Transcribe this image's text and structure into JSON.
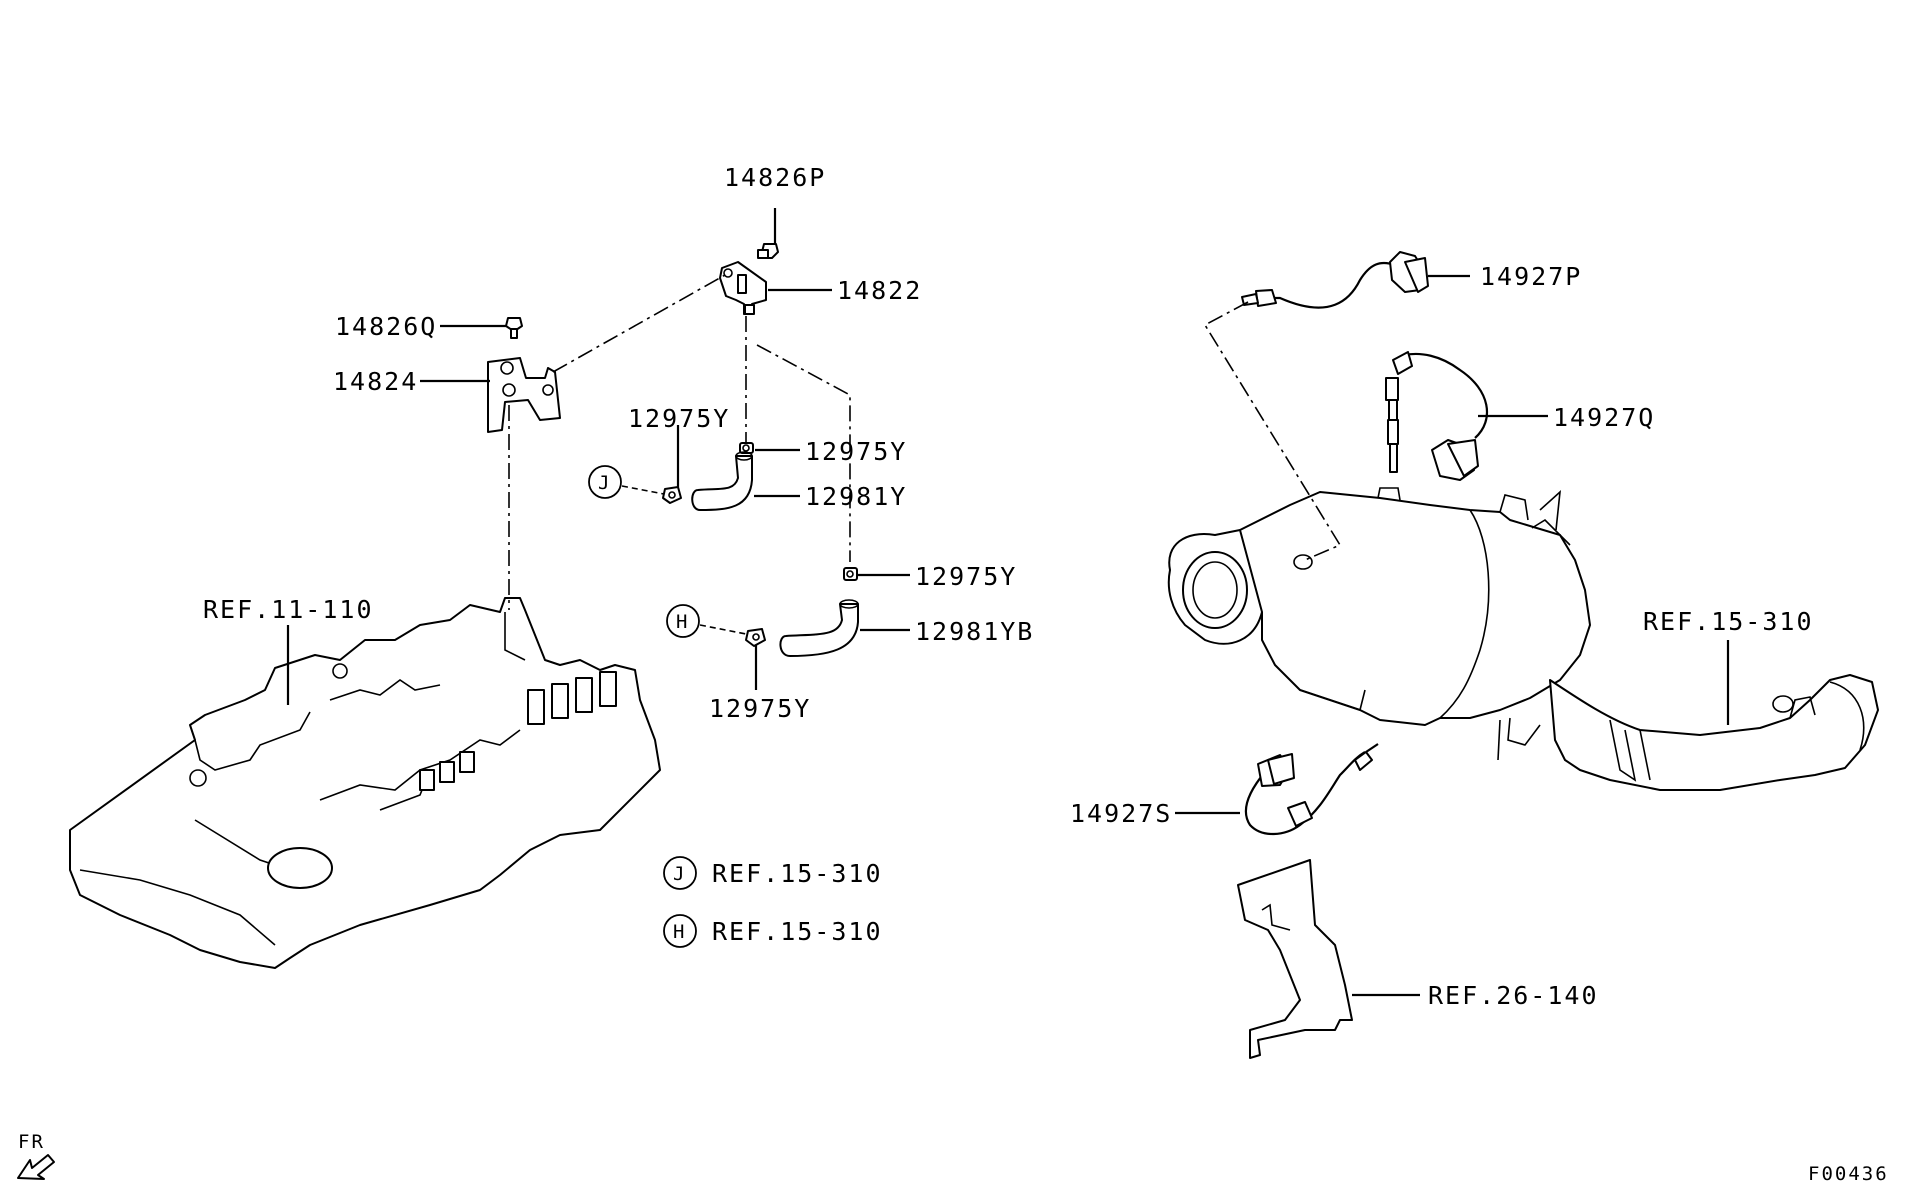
{
  "callouts": {
    "p14826P": "14826P",
    "p14822": "14822",
    "p14826Q": "14826Q",
    "p14824": "14824",
    "p12975Y_a": "12975Y",
    "p12975Y_b": "12975Y",
    "p12981Y": "12981Y",
    "p12975Y_c": "12975Y",
    "p12981YB": "12981YB",
    "p12975Y_d": "12975Y",
    "p14927P": "14927P",
    "p14927Q": "14927Q",
    "p14927S": "14927S"
  },
  "references": {
    "ref_valve_cover": "REF.11-110",
    "ref_exhaust": "REF.15-310",
    "ref_heat_shield": "REF.26-140",
    "legend_j": "REF.15-310",
    "legend_h": "REF.15-310"
  },
  "markers": {
    "j": "J",
    "h": "H",
    "legend_j": "J",
    "legend_h": "H"
  },
  "orientation": {
    "front_label": "FR"
  },
  "figure_code": "F00436"
}
